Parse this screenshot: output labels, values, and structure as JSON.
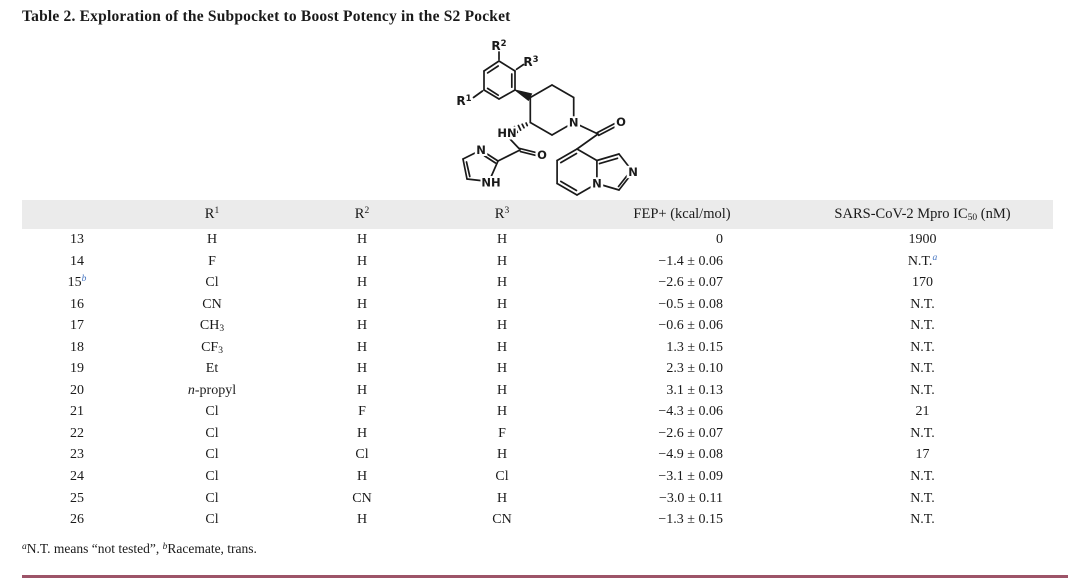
{
  "title": "Table 2. Exploration of the Subpocket to Boost Potency in the S2 Pocket",
  "colors": {
    "accent": "#4373c0",
    "header-bg": "#ebebeb",
    "divider": "#9d5468",
    "ink": "#1a1a1a"
  },
  "molecule": {
    "labels": {
      "r1": {
        "base": "R",
        "sup": "1"
      },
      "r2": {
        "base": "R",
        "sup": "2"
      },
      "r3": {
        "base": "R",
        "sup": "3"
      },
      "hn_amide": "HN",
      "n_imidazole": "N",
      "nh_imidazole": "NH",
      "o_left_carbonyl": "O",
      "n_piperidine": "N",
      "o_right_carbonyl": "O",
      "n_bridgehead": "N",
      "n_imidazole_right": "N"
    }
  },
  "table": {
    "columns": [
      {
        "key": "id",
        "label": ""
      },
      {
        "key": "r1",
        "base": "R",
        "sup": "1"
      },
      {
        "key": "r2",
        "base": "R",
        "sup": "2"
      },
      {
        "key": "r3",
        "base": "R",
        "sup": "3"
      },
      {
        "key": "fep",
        "label": "FEP+ (kcal/mol)"
      },
      {
        "key": "ic50",
        "pre": "SARS-CoV-2 Mpro IC",
        "sub": "50",
        "post": " (nM)"
      }
    ],
    "rows": [
      {
        "id": {
          "t": "13"
        },
        "r1": {
          "t": "H"
        },
        "r2": {
          "t": "H"
        },
        "r3": {
          "t": "H"
        },
        "fep": {
          "t": "0"
        },
        "ic50": {
          "t": "1900"
        }
      },
      {
        "id": {
          "t": "14"
        },
        "r1": {
          "t": "F"
        },
        "r2": {
          "t": "H"
        },
        "r3": {
          "t": "H"
        },
        "fep": {
          "t": "−1.4 ± 0.06"
        },
        "ic50": {
          "t": "N.T.",
          "sup": "a"
        }
      },
      {
        "id": {
          "t": "15",
          "sup": "b"
        },
        "r1": {
          "t": "Cl"
        },
        "r2": {
          "t": "H"
        },
        "r3": {
          "t": "H"
        },
        "fep": {
          "t": "−2.6 ± 0.07"
        },
        "ic50": {
          "t": "170"
        }
      },
      {
        "id": {
          "t": "16"
        },
        "r1": {
          "t": "CN"
        },
        "r2": {
          "t": "H"
        },
        "r3": {
          "t": "H"
        },
        "fep": {
          "t": "−0.5 ± 0.08"
        },
        "ic50": {
          "t": "N.T."
        }
      },
      {
        "id": {
          "t": "17"
        },
        "r1": {
          "t": "CH",
          "sub": "3"
        },
        "r2": {
          "t": "H"
        },
        "r3": {
          "t": "H"
        },
        "fep": {
          "t": "−0.6 ± 0.06"
        },
        "ic50": {
          "t": "N.T."
        }
      },
      {
        "id": {
          "t": "18"
        },
        "r1": {
          "t": "CF",
          "sub": "3"
        },
        "r2": {
          "t": "H"
        },
        "r3": {
          "t": "H"
        },
        "fep": {
          "t": "1.3 ± 0.15"
        },
        "ic50": {
          "t": "N.T."
        }
      },
      {
        "id": {
          "t": "19"
        },
        "r1": {
          "t": "Et"
        },
        "r2": {
          "t": "H"
        },
        "r3": {
          "t": "H"
        },
        "fep": {
          "t": "2.3 ± 0.10"
        },
        "ic50": {
          "t": "N.T."
        }
      },
      {
        "id": {
          "t": "20"
        },
        "r1": {
          "itPre": "n",
          "t": "-propyl"
        },
        "r2": {
          "t": "H"
        },
        "r3": {
          "t": "H"
        },
        "fep": {
          "t": "3.1 ± 0.13"
        },
        "ic50": {
          "t": "N.T."
        }
      },
      {
        "id": {
          "t": "21"
        },
        "r1": {
          "t": "Cl"
        },
        "r2": {
          "t": "F"
        },
        "r3": {
          "t": "H"
        },
        "fep": {
          "t": "−4.3 ± 0.06"
        },
        "ic50": {
          "t": "21"
        }
      },
      {
        "id": {
          "t": "22"
        },
        "r1": {
          "t": "Cl"
        },
        "r2": {
          "t": "H"
        },
        "r3": {
          "t": "F"
        },
        "fep": {
          "t": "−2.6 ± 0.07"
        },
        "ic50": {
          "t": "N.T."
        }
      },
      {
        "id": {
          "t": "23"
        },
        "r1": {
          "t": "Cl"
        },
        "r2": {
          "t": "Cl"
        },
        "r3": {
          "t": "H"
        },
        "fep": {
          "t": "−4.9 ± 0.08"
        },
        "ic50": {
          "t": "17"
        }
      },
      {
        "id": {
          "t": "24"
        },
        "r1": {
          "t": "Cl"
        },
        "r2": {
          "t": "H"
        },
        "r3": {
          "t": "Cl"
        },
        "fep": {
          "t": "−3.1 ± 0.09"
        },
        "ic50": {
          "t": "N.T."
        }
      },
      {
        "id": {
          "t": "25"
        },
        "r1": {
          "t": "Cl"
        },
        "r2": {
          "t": "CN"
        },
        "r3": {
          "t": "H"
        },
        "fep": {
          "t": "−3.0 ± 0.11"
        },
        "ic50": {
          "t": "N.T."
        }
      },
      {
        "id": {
          "t": "26"
        },
        "r1": {
          "t": "Cl"
        },
        "r2": {
          "t": "H"
        },
        "r3": {
          "t": "CN"
        },
        "fep": {
          "t": "−1.3 ± 0.15"
        },
        "ic50": {
          "t": "N.T."
        }
      }
    ]
  },
  "footnote": {
    "parts": [
      {
        "sup": "a",
        "t": "N.T. means “not tested”, "
      },
      {
        "sup": "b",
        "t": "Racemate, trans."
      }
    ]
  }
}
